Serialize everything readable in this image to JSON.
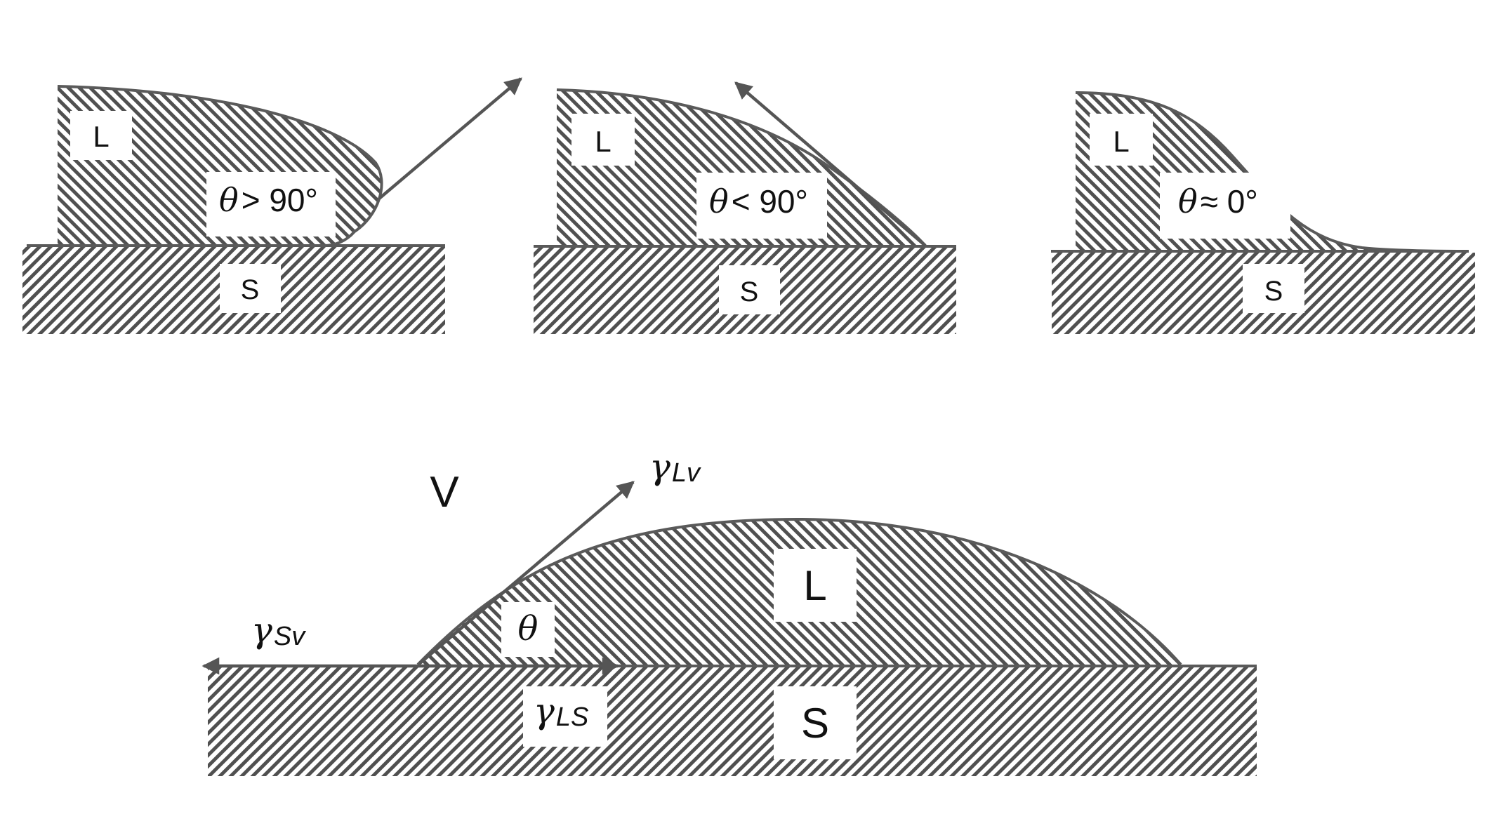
{
  "colors": {
    "hatch": "#505050",
    "outline": "#5a5a5a",
    "label_box": "#ffffff",
    "text": "#111111"
  },
  "panels": [
    {
      "liquid_label": "L",
      "solid_label": "S",
      "theta_symbol": "θ",
      "relation": "> 90°"
    },
    {
      "liquid_label": "L",
      "solid_label": "S",
      "theta_symbol": "θ",
      "relation": "< 90°"
    },
    {
      "liquid_label": "L",
      "solid_label": "S",
      "theta_symbol": "θ",
      "relation": "≈ 0°"
    }
  ],
  "young": {
    "vapor_label": "V",
    "liquid_label": "L",
    "solid_label": "S",
    "theta_symbol": "θ",
    "gamma_symbol": "γ",
    "lv_subscript": "Lv",
    "sv_subscript": "Sv",
    "ls_subscript": "LS"
  }
}
